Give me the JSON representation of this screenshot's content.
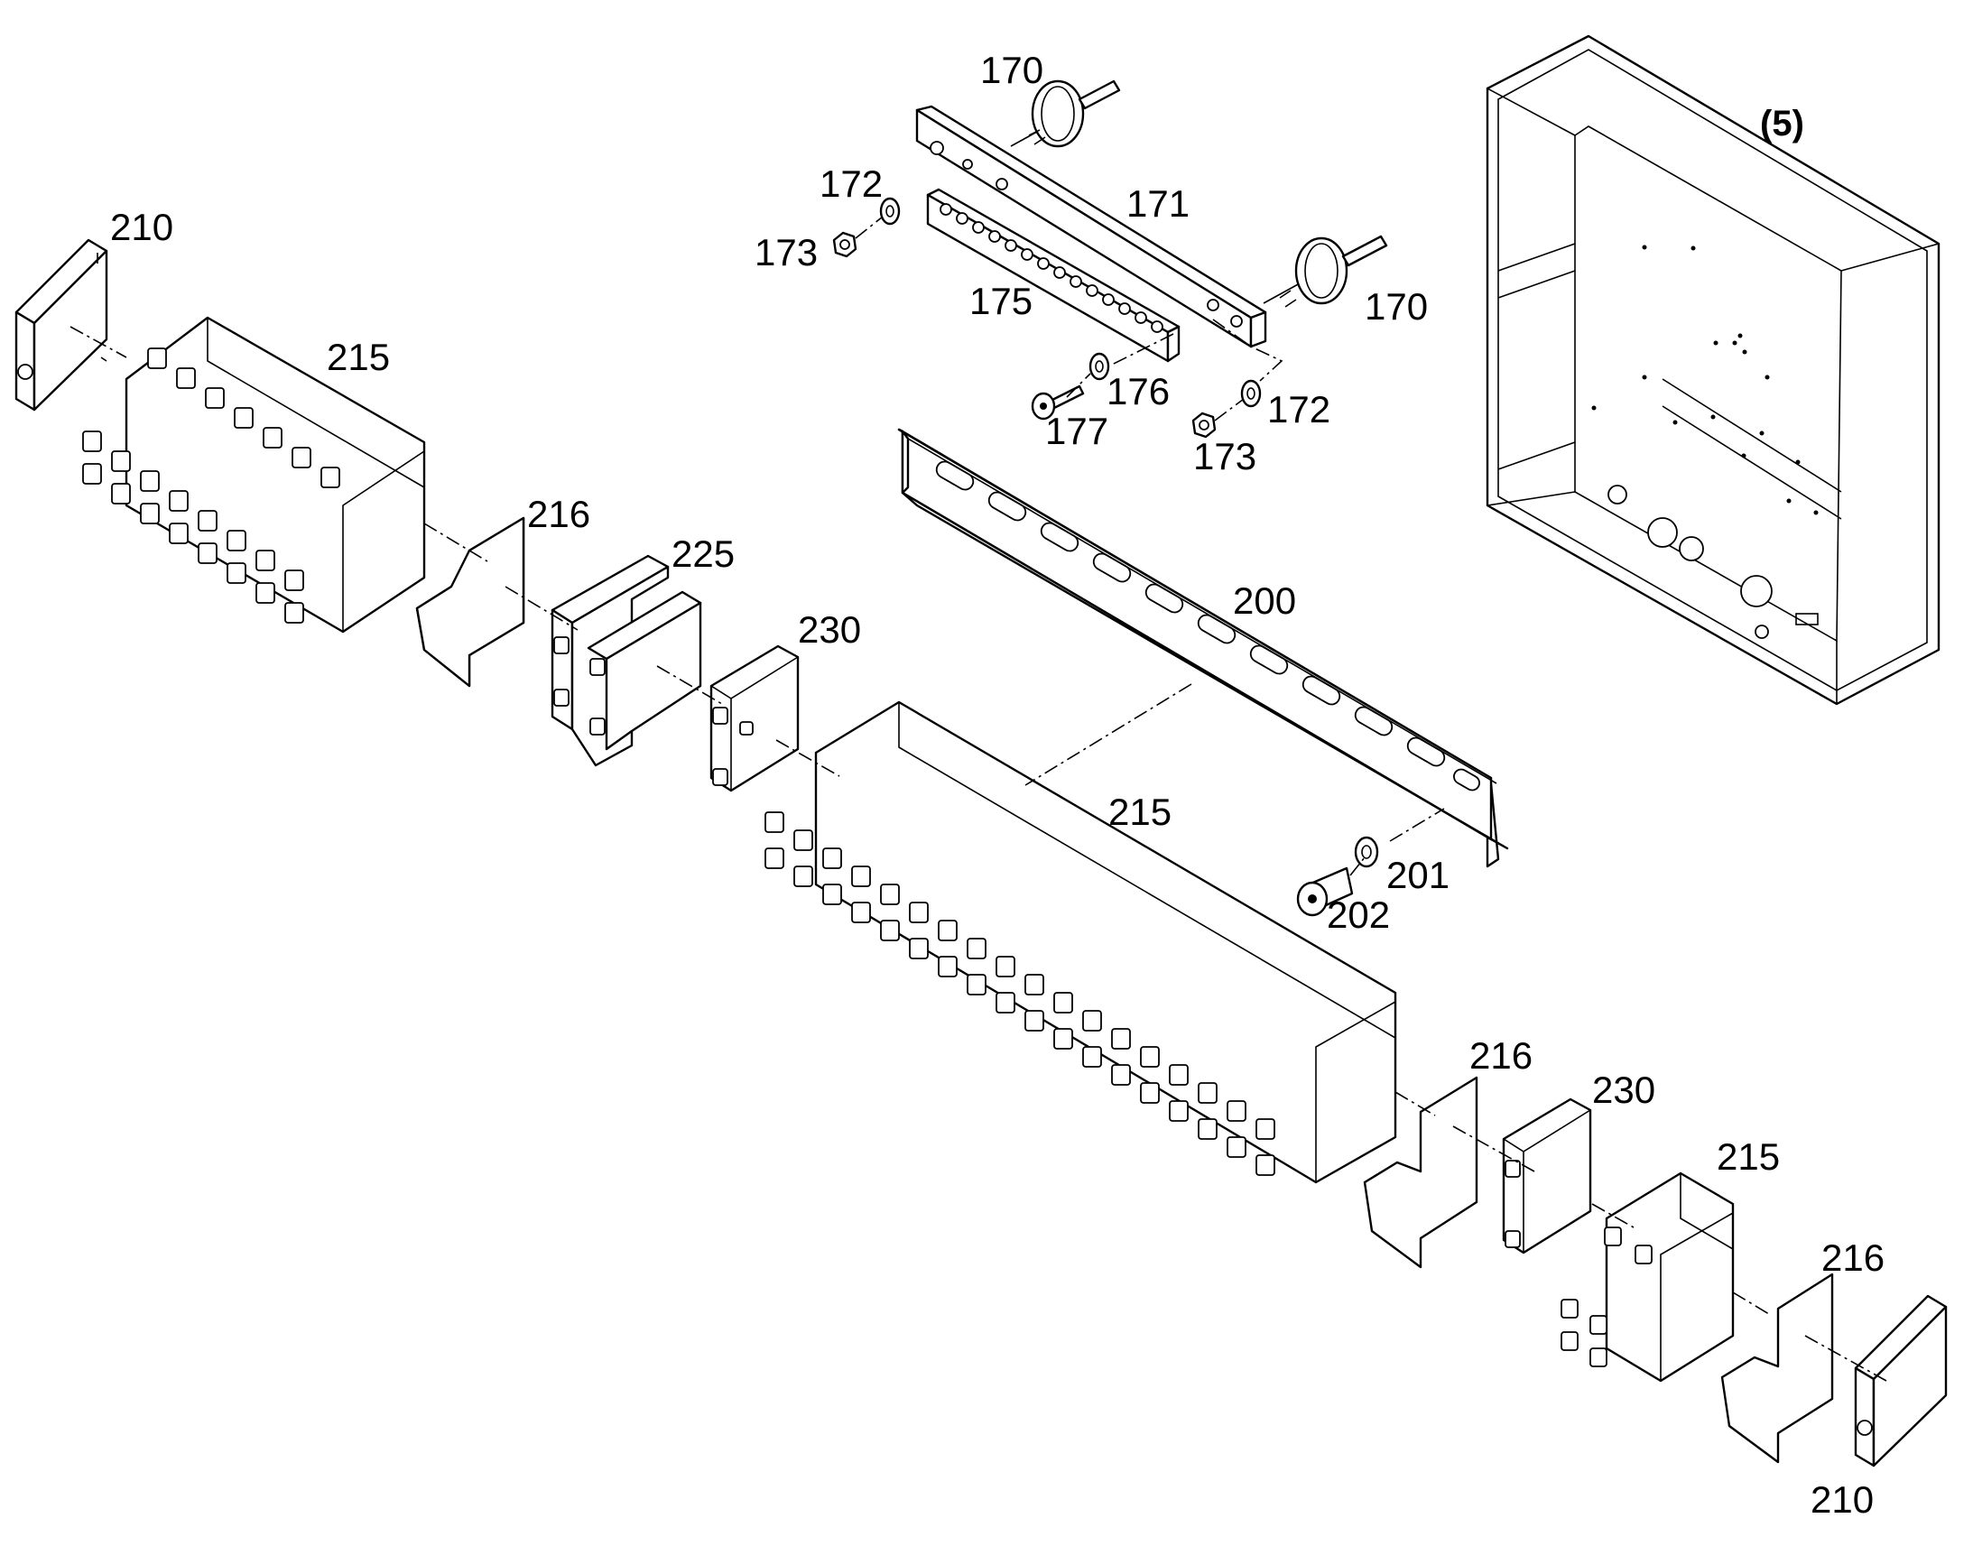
{
  "labels": {
    "l170a": "170",
    "l170b": "170",
    "l171": "171",
    "l172a": "172",
    "l172b": "172",
    "l173a": "173",
    "l173b": "173",
    "l175": "175",
    "l176": "176",
    "l177": "177",
    "l200": "200",
    "l201": "201",
    "l202": "202",
    "l210a": "210",
    "l210b": "210",
    "l215a": "215",
    "l215b": "215",
    "l215c": "215",
    "l216a": "216",
    "l216b": "216",
    "l216c": "216",
    "l225": "225",
    "l230a": "230",
    "l230b": "230",
    "l5": "(5)"
  },
  "colors": {
    "line": "#000000",
    "background": "#ffffff"
  }
}
